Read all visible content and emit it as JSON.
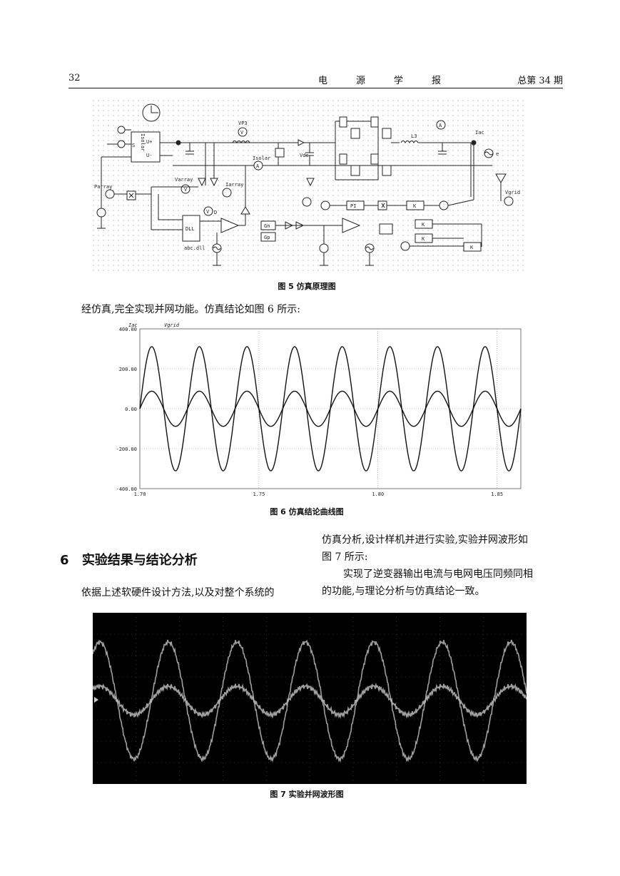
{
  "header": {
    "page_number": "32",
    "journal": "电源学报",
    "issue": "总第 34 期"
  },
  "figure5": {
    "caption": "图 5  仿真原理图",
    "labels": {
      "isolar_block": "Isolar",
      "u_plus": "U+",
      "u_minus": "U-",
      "s": "S",
      "vp3": "VP3",
      "varray": "Varray",
      "iarray": "Iarray",
      "parray": "Parray",
      "isolar": "Isolar",
      "vdc": "Vdc",
      "l3": "L3",
      "iac": "Iac",
      "e": "e",
      "vgrid": "Vgrid",
      "dll": "DLL",
      "abc_dll": "abc.dll",
      "pi": "PI",
      "k": "K",
      "gn": "Gn",
      "gp": "Gp",
      "v": "V",
      "a": "A",
      "d": "D"
    }
  },
  "intro_text": "经仿真,完全实现并网功能。仿真结论如图 6 所示:",
  "figure6": {
    "caption": "图 6  仿真结论曲线图",
    "legend": [
      "Iac",
      "Vgrid"
    ]
  },
  "chart_data": {
    "type": "line",
    "x": [
      1.7,
      1.86
    ],
    "xticks": [
      "1.70",
      "1.75",
      "1.80",
      "1.85"
    ],
    "yticks": [
      "400.00",
      "200.00",
      "0.00",
      "-200.00",
      "-400.00"
    ],
    "ylim": [
      -400,
      400
    ],
    "xlim": [
      1.7,
      1.86
    ],
    "grid": true,
    "series": [
      {
        "name": "Iac",
        "amplitude": 88,
        "frequency_hz": 50,
        "phase_deg": 0
      },
      {
        "name": "Vgrid",
        "amplitude": 311,
        "frequency_hz": 50,
        "phase_deg": 0
      }
    ]
  },
  "section6": {
    "number": "6",
    "title": "实验结果与结论分析",
    "para_left": "依据上述软硬件设计方法,以及对整个系统的",
    "para_right_1a": "仿真分析,设计样机并进行实验,实验并网波形如",
    "para_right_1b": "图 7 所示:",
    "para_right_2a": "实现了逆变器输出电流与电网电压同频同相",
    "para_right_2b": "的功能,与理论分析与仿真结论一致。"
  },
  "figure7": {
    "caption": "图 7  实验并网波形图"
  }
}
